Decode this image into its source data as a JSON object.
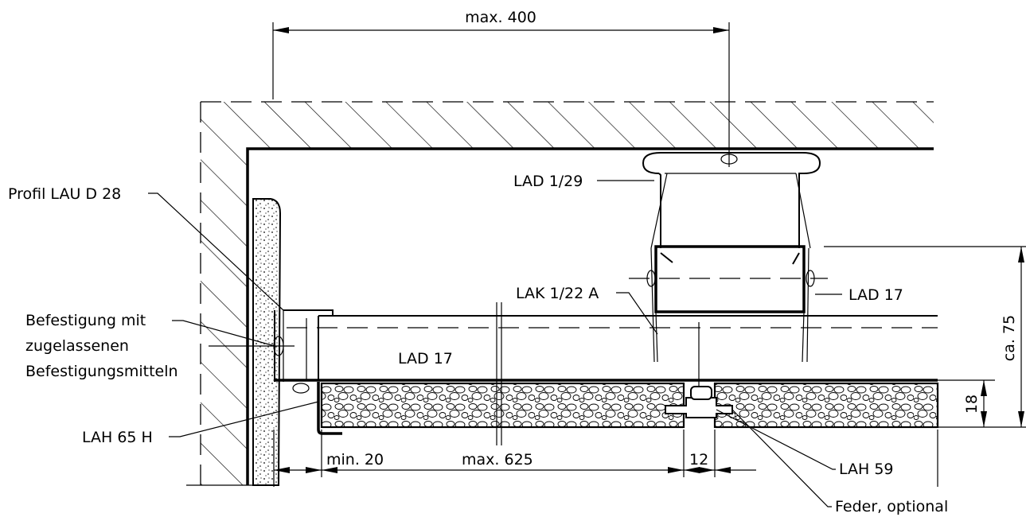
{
  "labels": {
    "dim_max_400": "max. 400",
    "profil_lau": "Profil LAU D 28",
    "lad_1_29": "LAD 1/29",
    "lak_1_22a": "LAK 1/22 A",
    "lad_17_right": "LAD 17",
    "lad_17_center": "LAD 17",
    "befestigung_line1": "Befestigung mit",
    "befestigung_line2": "zugelassenen",
    "befestigung_line3": "Befestigungsmitteln",
    "lah_65h": "LAH 65 H",
    "dim_min_20": "min. 20",
    "dim_max_625": "max. 625",
    "dim_12": "12",
    "lah_59": "LAH 59",
    "feder": "Feder, optional",
    "dim_ca_75": "ca. 75",
    "dim_18": "18"
  }
}
